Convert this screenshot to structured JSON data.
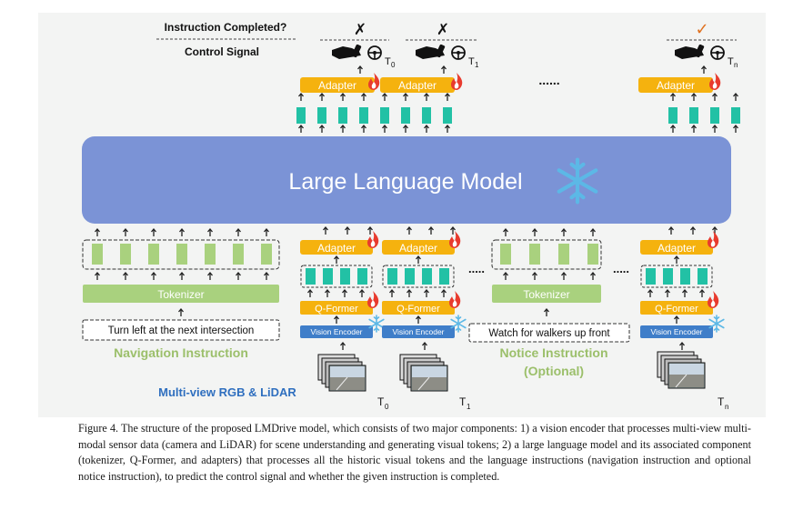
{
  "header": {
    "instruction_completed": "Instruction Completed?",
    "control_signal": "Control Signal"
  },
  "status": {
    "incomplete_mark": "✗",
    "complete_mark": "✓"
  },
  "timesteps": {
    "t0_base": "T",
    "t0_sub": "0",
    "t1_base": "T",
    "t1_sub": "1",
    "tn_base": "T",
    "tn_sub": "n"
  },
  "llm": {
    "label": "Large Language Model"
  },
  "modules": {
    "adapter": "Adapter",
    "q_former": "Q-Former",
    "vision_encoder": "Vision Encoder",
    "tokenizer": "Tokenizer"
  },
  "ellipsis": "......",
  "ellipsis_small": ".....",
  "inputs": {
    "navigation_text": "Turn left at the next intersection",
    "navigation_label": "Navigation Instruction",
    "notice_text": "Watch for walkers up front",
    "notice_label_line1": "Notice Instruction",
    "notice_label_line2": "(Optional)",
    "sensor_label": "Multi-view RGB & LiDAR"
  },
  "caption": "Figure 4. The structure of the proposed LMDrive model, which consists of two major components: 1) a vision encoder that processes multi-view multi-modal sensor data (camera and LiDAR) for scene understanding and generating visual tokens; 2) a large language model and its associated component (tokenizer, Q-Former, and adapters) that processes all the historic visual tokens and the language instructions (navigation instruction and optional notice instruction), to predict the control signal and whether the given instruction is completed.",
  "colors": {
    "llm": "#7b93d6",
    "adapter": "#f5b20e",
    "token_teal": "#22c1a5",
    "token_green": "#a9d17e",
    "vision_encoder": "#3f7ec9",
    "label_green": "#9bbf6a",
    "label_blue": "#2f6fbf",
    "check": "#e0711f",
    "snowflake": "#5cb8e6"
  },
  "icons": [
    "steering-wheel-icon",
    "gas-pedal-icon",
    "flame-icon",
    "snowflake-icon",
    "camera-frame-stack-icon"
  ]
}
